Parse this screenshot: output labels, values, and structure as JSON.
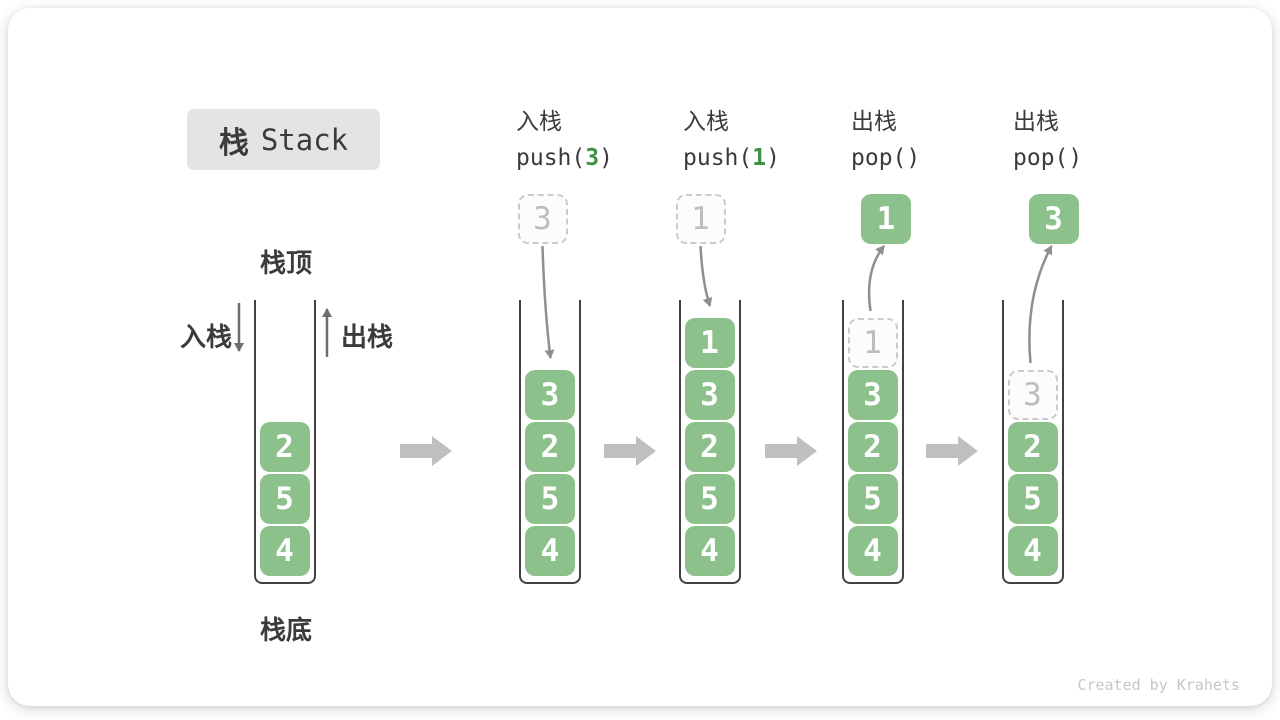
{
  "badge": {
    "zh": "栈",
    "en": "Stack"
  },
  "legend": {
    "top_label": "栈顶",
    "bottom_label": "栈底",
    "push_label": "入栈",
    "pop_label": "出栈"
  },
  "watermark": "Created by Krahets",
  "colors": {
    "element_green": "#8CC18C",
    "code_arg_green": "#3E9142",
    "text": "#3B3B3B",
    "flow_arrow_gray": "#BFBFBF",
    "ghost_gray": "#BDBDBD"
  },
  "initial_stack": {
    "cells": [
      {
        "value": "2"
      },
      {
        "value": "5"
      },
      {
        "value": "4"
      }
    ]
  },
  "operations": [
    {
      "label": "入栈",
      "code_before": "push(",
      "code_arg": "3",
      "code_after": ")",
      "floating": {
        "value": "3",
        "variant": "dashed"
      },
      "arrow": "push",
      "cells": [
        {
          "value": "3"
        },
        {
          "value": "2"
        },
        {
          "value": "5"
        },
        {
          "value": "4"
        }
      ]
    },
    {
      "label": "入栈",
      "code_before": "push(",
      "code_arg": "1",
      "code_after": ")",
      "floating": {
        "value": "1",
        "variant": "dashed"
      },
      "arrow": "push",
      "cells": [
        {
          "value": "1"
        },
        {
          "value": "3"
        },
        {
          "value": "2"
        },
        {
          "value": "5"
        },
        {
          "value": "4"
        }
      ]
    },
    {
      "label": "出栈",
      "code_before": "pop(",
      "code_arg": "",
      "code_after": ")",
      "floating": {
        "value": "1",
        "variant": "solid"
      },
      "arrow": "pop",
      "cells": [
        {
          "value": "1",
          "ghost": true
        },
        {
          "value": "3"
        },
        {
          "value": "2"
        },
        {
          "value": "5"
        },
        {
          "value": "4"
        }
      ]
    },
    {
      "label": "出栈",
      "code_before": "pop(",
      "code_arg": "",
      "code_after": ")",
      "floating": {
        "value": "3",
        "variant": "solid"
      },
      "arrow": "pop",
      "cells": [
        {
          "value": "3",
          "ghost": true
        },
        {
          "value": "2"
        },
        {
          "value": "5"
        },
        {
          "value": "4"
        }
      ]
    }
  ]
}
